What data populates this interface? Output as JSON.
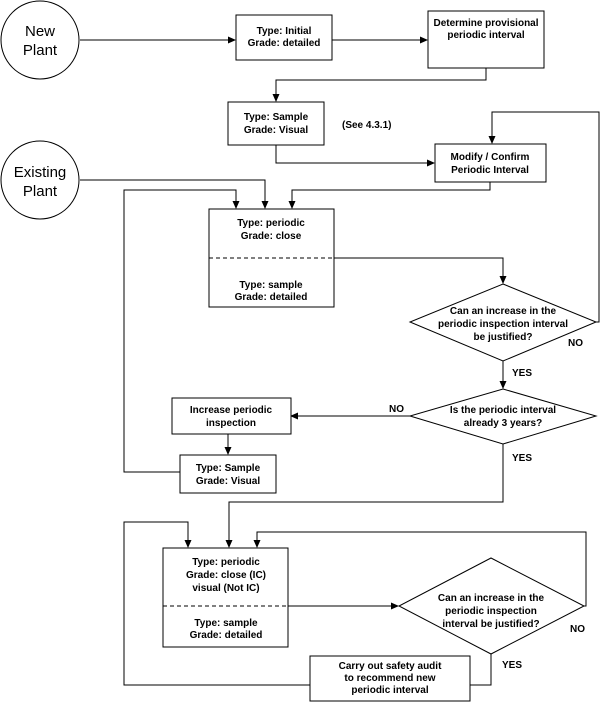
{
  "start": {
    "new_plant": [
      "New",
      "Plant"
    ],
    "existing_plant": [
      "Existing",
      "Plant"
    ]
  },
  "boxes": {
    "initial": [
      "Type: Initial",
      "Grade: detailed"
    ],
    "provisional": [
      "Determine provisional",
      "periodic interval"
    ],
    "sample_visual_1": [
      "Type: Sample",
      "Grade: Visual"
    ],
    "see_ref": "(See 4.3.1)",
    "modify_confirm": [
      "Modify / Confirm",
      "Periodic Interval"
    ],
    "periodic_close_top": [
      "Type: periodic",
      "Grade: close"
    ],
    "periodic_close_bottom": [
      "Type: sample",
      "Grade: detailed"
    ],
    "increase_periodic": [
      "Increase periodic",
      "inspection"
    ],
    "sample_visual_2": [
      "Type: Sample",
      "Grade: Visual"
    ],
    "periodic_ic_top": [
      "Type: periodic",
      "Grade: close (IC)",
      "visual (Not IC)"
    ],
    "periodic_ic_bottom": [
      "Type: sample",
      "Grade: detailed"
    ],
    "safety_audit": [
      "Carry out safety audit",
      "to recommend new",
      "periodic interval"
    ]
  },
  "decisions": {
    "justified_1": [
      "Can an increase in the",
      "periodic inspection interval",
      "be justified?"
    ],
    "three_years": [
      "Is the periodic interval",
      "already 3 years?"
    ],
    "justified_2": [
      "Can an increase in the",
      "periodic inspection",
      "interval be justified?"
    ]
  },
  "edge_labels": {
    "no_1": "NO",
    "yes_1": "YES",
    "no_2": "NO",
    "yes_2": "YES",
    "no_3": "NO",
    "yes_3": "YES"
  }
}
